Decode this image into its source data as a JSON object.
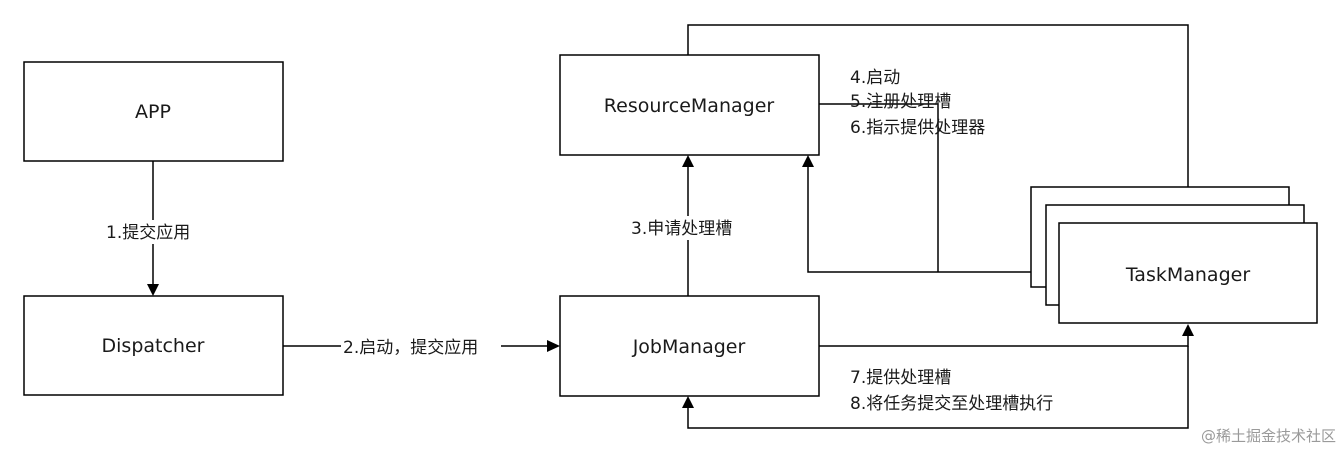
{
  "nodes": {
    "app": "APP",
    "dispatcher": "Dispatcher",
    "resource_manager": "ResourceManager",
    "job_manager": "JobManager",
    "task_manager": "TaskManager"
  },
  "edges": {
    "submit_app": "1.提交应用",
    "start_submit": "2.启动，提交应用",
    "request_slots": "3.申请处理槽",
    "start": "4.启动",
    "register_slots": "5.注册处理槽",
    "instruct_provide": "6.指示提供处理器",
    "provide_slots": "7.提供处理槽",
    "submit_tasks": "8.将任务提交至处理槽执行"
  },
  "watermark": "@稀土掘金技术社区",
  "colors": {
    "stroke": "#000000",
    "text": "#1a1a1a",
    "watermark": "#9a9a9a"
  }
}
